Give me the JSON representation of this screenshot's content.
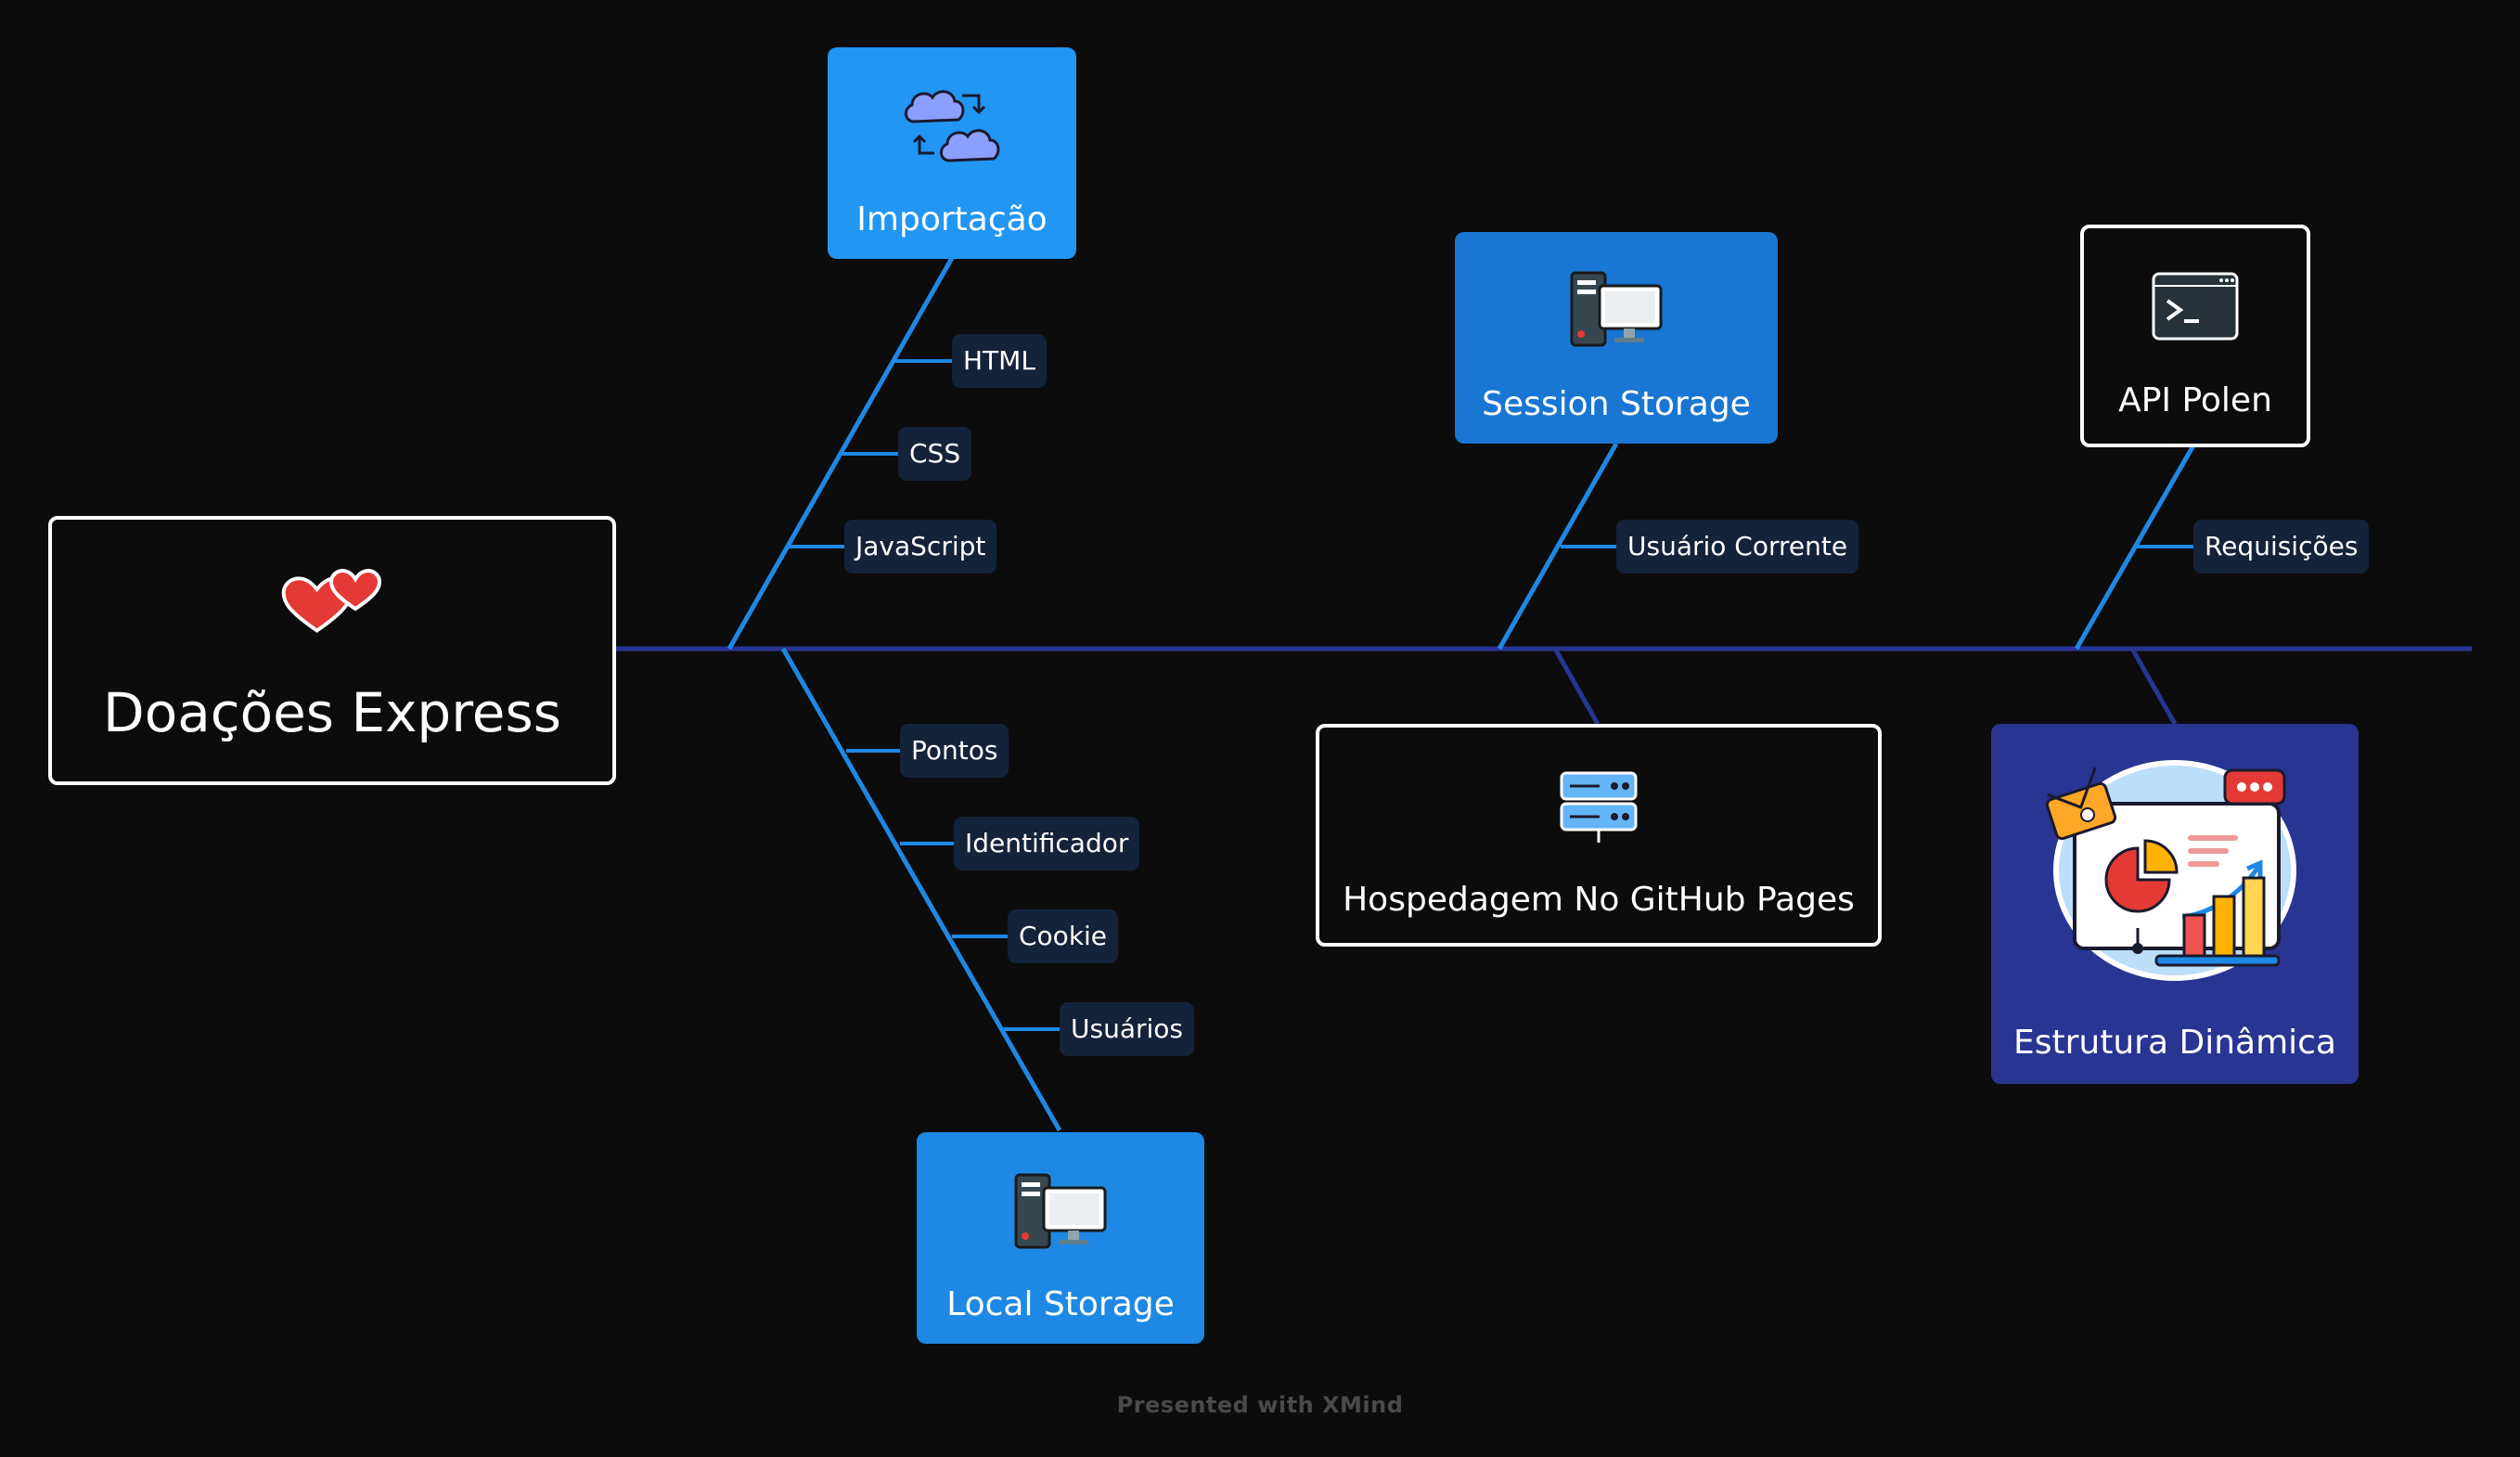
{
  "central_topic": {
    "label": "Doações Express",
    "icon": "hearts-icon"
  },
  "branches": {
    "importacao": {
      "label": "Importação",
      "icon": "cloud-sync-icon",
      "children": [
        "HTML",
        "CSS",
        "JavaScript"
      ]
    },
    "local_storage": {
      "label": "Local Storage",
      "icon": "desktop-computer-icon",
      "children": [
        "Pontos",
        "Identificador",
        "Cookie",
        "Usuários"
      ]
    },
    "session_storage": {
      "label": "Session Storage",
      "icon": "desktop-computer-icon",
      "children": [
        "Usuário Corrente"
      ]
    },
    "hospedagem": {
      "label": "Hospedagem No GitHub Pages",
      "icon": "server-icon",
      "children": []
    },
    "api_polen": {
      "label": "API Polen",
      "icon": "terminal-icon",
      "children": [
        "Requisições"
      ]
    },
    "estrutura": {
      "label": "Estrutura Dinâmica",
      "icon": "dashboard-illustration-icon",
      "children": []
    }
  },
  "colors": {
    "background": "#0c0c0d",
    "spine": "#283593",
    "branch_line": "#1e88e5",
    "subtopic_bg": "#13233a"
  },
  "footer": "Presented with XMind"
}
